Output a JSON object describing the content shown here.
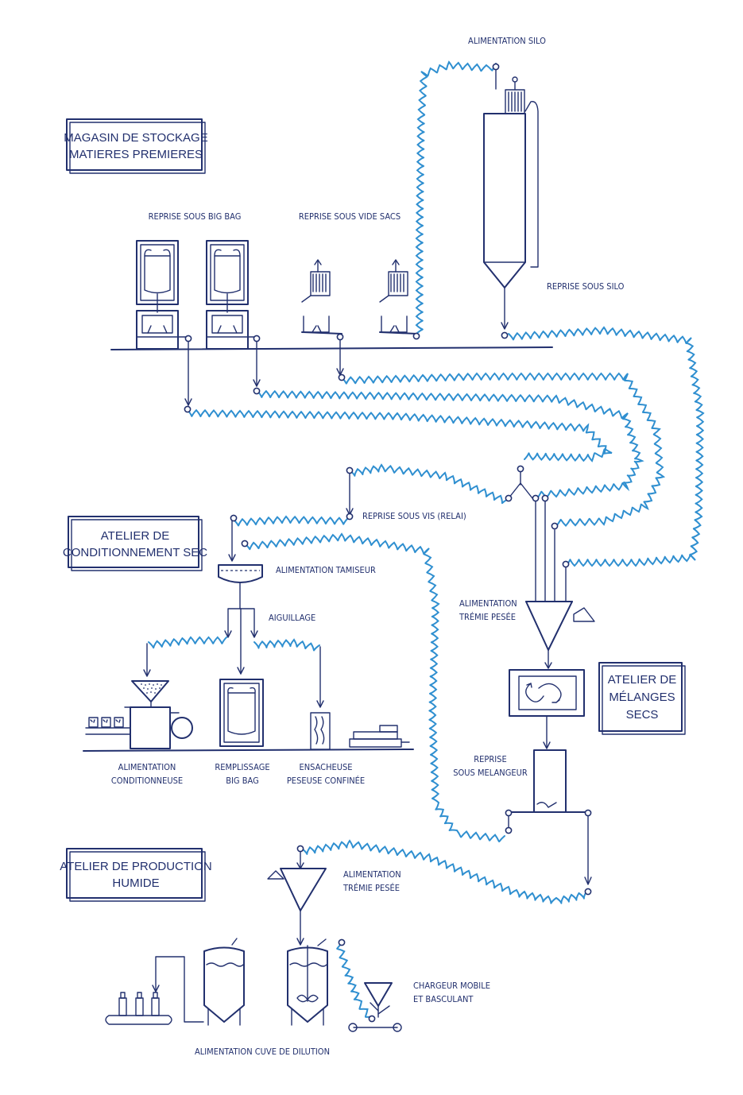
{
  "sections": {
    "stockage": [
      "MAGASIN DE STOCKAGE",
      "MATIERES PREMIERES"
    ],
    "conditionnement": [
      "ATELIER DE",
      "CONDITIONNEMENT SEC"
    ],
    "melanges": [
      "ATELIER DE",
      "MÉLANGES",
      "SECS"
    ],
    "humide": [
      "ATELIER DE PRODUCTION",
      "HUMIDE"
    ]
  },
  "labels": {
    "alimentation_silo": "ALIMENTATION SILO",
    "reprise_big_bag": "REPRISE SOUS BIG BAG",
    "reprise_vide_sacs": "REPRISE SOUS VIDE SACS",
    "reprise_silo": "REPRISE SOUS SILO",
    "reprise_vis": "REPRISE SOUS VIS (RELAI)",
    "alimentation_tamiseur": "ALIMENTATION TAMISEUR",
    "aiguillage": "AIGUILLAGE",
    "alimentation_tremie_1": "ALIMENTATION",
    "alimentation_tremie_2": "TRÉMIE PESÉE",
    "alimentation_conditionneuse_1": "ALIMENTATION",
    "alimentation_conditionneuse_2": "CONDITIONNEUSE",
    "remplissage_1": "REMPLISSAGE",
    "remplissage_2": "BIG BAG",
    "ensacheuse_1": "ENSACHEUSE",
    "ensacheuse_2": "PESEUSE CONFINÉE",
    "reprise_melangeur_1": "REPRISE",
    "reprise_melangeur_2": "SOUS MELANGEUR",
    "alimentation_tremie_humide_1": "ALIMENTATION",
    "alimentation_tremie_humide_2": "TRÉMIE PESÉE",
    "chargeur_1": "CHARGEUR MOBILE",
    "chargeur_2": "ET BASCULANT",
    "cuve_dilution": "ALIMENTATION CUVE DE DILUTION"
  },
  "colors": {
    "ink": "#22306e",
    "conveyor": "#2f8fd0"
  }
}
